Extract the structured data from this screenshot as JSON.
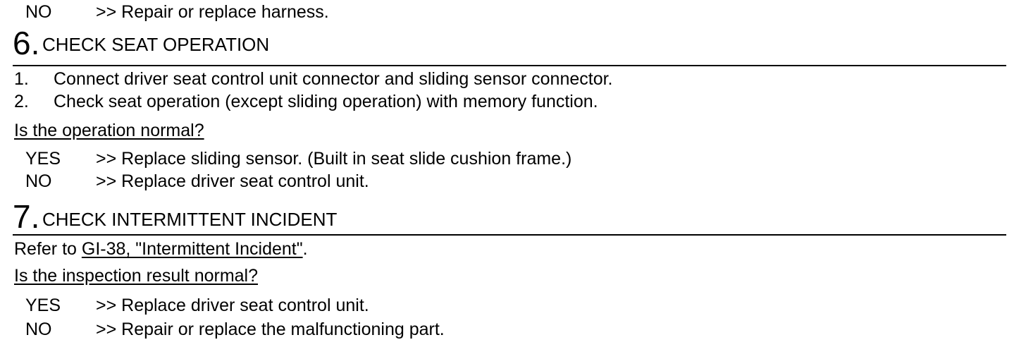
{
  "top_answer": {
    "label": "NO",
    "text": ">> Repair or replace harness."
  },
  "step6": {
    "number": "6.",
    "title": "CHECK SEAT OPERATION",
    "steps": [
      {
        "num": "1.",
        "text": "Connect driver seat control unit connector and sliding sensor connector."
      },
      {
        "num": "2.",
        "text": "Check seat operation (except sliding operation) with memory function."
      }
    ],
    "question": "Is the operation normal?",
    "answers": [
      {
        "label": "YES",
        "text": ">> Replace sliding sensor. (Built in seat slide cushion frame.)"
      },
      {
        "label": "NO",
        "text": ">> Replace driver seat control unit."
      }
    ]
  },
  "step7": {
    "number": "7.",
    "title": "CHECK INTERMITTENT INCIDENT",
    "refer_prefix": "Refer to ",
    "refer_link": "GI-38, \"Intermittent Incident\"",
    "refer_suffix": ".",
    "question": "Is the inspection result normal?",
    "answers": [
      {
        "label": "YES",
        "text": ">> Replace driver seat control unit."
      },
      {
        "label": "NO",
        "text": ">> Repair or replace the malfunctioning part."
      }
    ]
  }
}
